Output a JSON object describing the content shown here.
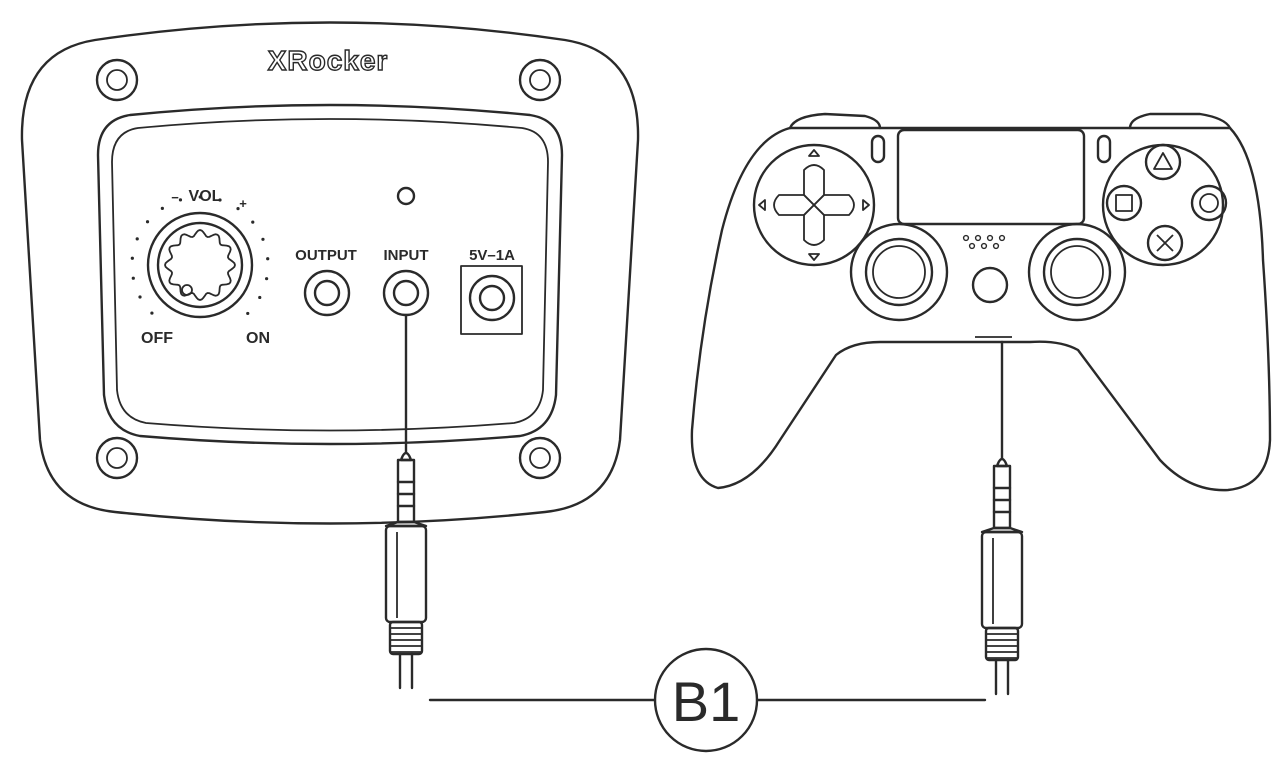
{
  "panel": {
    "brand": "XRocker",
    "vol_label": "VOL",
    "minus_mark": "−",
    "plus_mark": "+",
    "off_label": "OFF",
    "on_label": "ON",
    "output_label": "OUTPUT",
    "input_label": "INPUT",
    "power_label": "5V–1A"
  },
  "connection": {
    "cable_label": "B1"
  },
  "controller": {
    "button_symbols": [
      "triangle",
      "square",
      "circle",
      "cross"
    ]
  },
  "colors": {
    "line": "#2a2a2a",
    "background": "#ffffff"
  }
}
